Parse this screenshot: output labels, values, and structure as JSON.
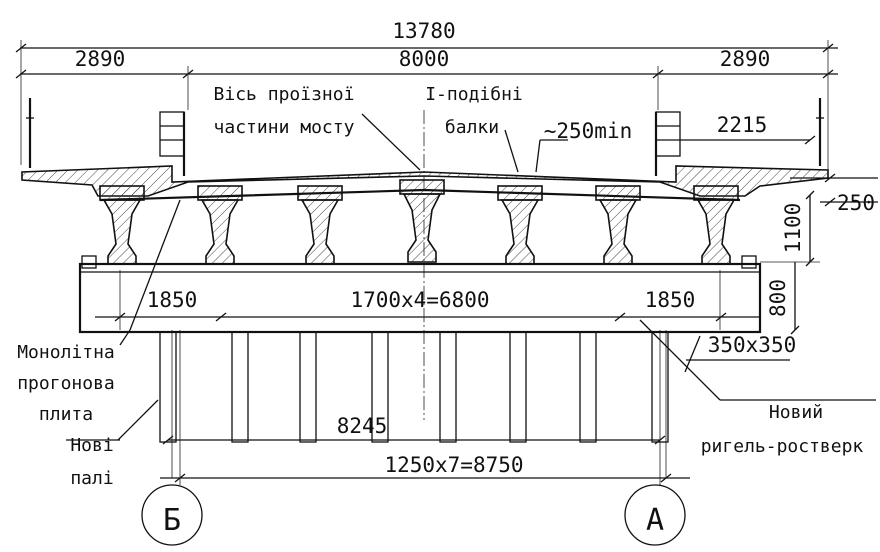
{
  "dimensions": {
    "overall_width": "13780",
    "left_cantilever": "2890",
    "carriageway": "8000",
    "right_cantilever": "2890",
    "right_sidewalk": "2215",
    "slab_thickness": "250",
    "beam_height": "1100",
    "crossbeam_height": "800",
    "left_spacing": "1850",
    "beam_spacing": "1700x4=6800",
    "right_spacing": "1850",
    "pile_section": "350x350",
    "pile_rows_distance": "8245",
    "pile_spacing": "1250x7=8750",
    "min_gap": "~250min"
  },
  "labels": {
    "axis_line1": "Вісь проїзної",
    "axis_line2": "частини мосту",
    "beams_line1": "І-подібні",
    "beams_line2": "балки",
    "mono_line1": "Монолітна",
    "mono_line2": "прогонова",
    "mono_line3": "плита",
    "piles_line1": "Нові",
    "piles_line2": "палі",
    "crossbeam_line1": "Новий",
    "crossbeam_line2": "ригель-ростверк"
  },
  "axes": {
    "left": "Б",
    "right": "А"
  }
}
